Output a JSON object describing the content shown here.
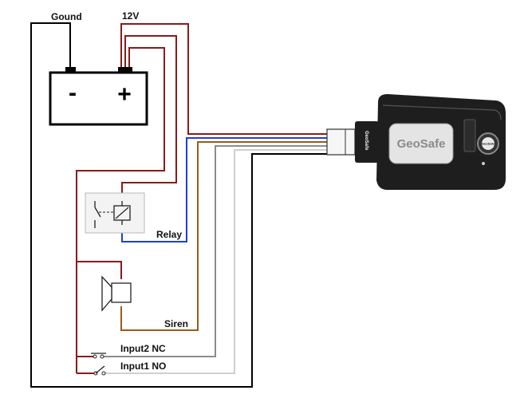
{
  "labels": {
    "ground": "Gound",
    "power": "12V",
    "minus": "-",
    "plus": "+",
    "relay": "Relay",
    "siren": "Siren",
    "input2": "Input2 NC",
    "input1": "Input1 NO"
  },
  "device": {
    "brand": "GeoSafe",
    "side_brand": "GeoSafe"
  },
  "colors": {
    "ground_wire": "#000000",
    "power_wire": "#8b1a1a",
    "relay_wire": "#1f3fd6",
    "siren_wire": "#9a5a1c",
    "input2_wire": "#8c8c8c",
    "input1_wire": "#cfcfcf",
    "device_body": "#1e1e1e"
  }
}
